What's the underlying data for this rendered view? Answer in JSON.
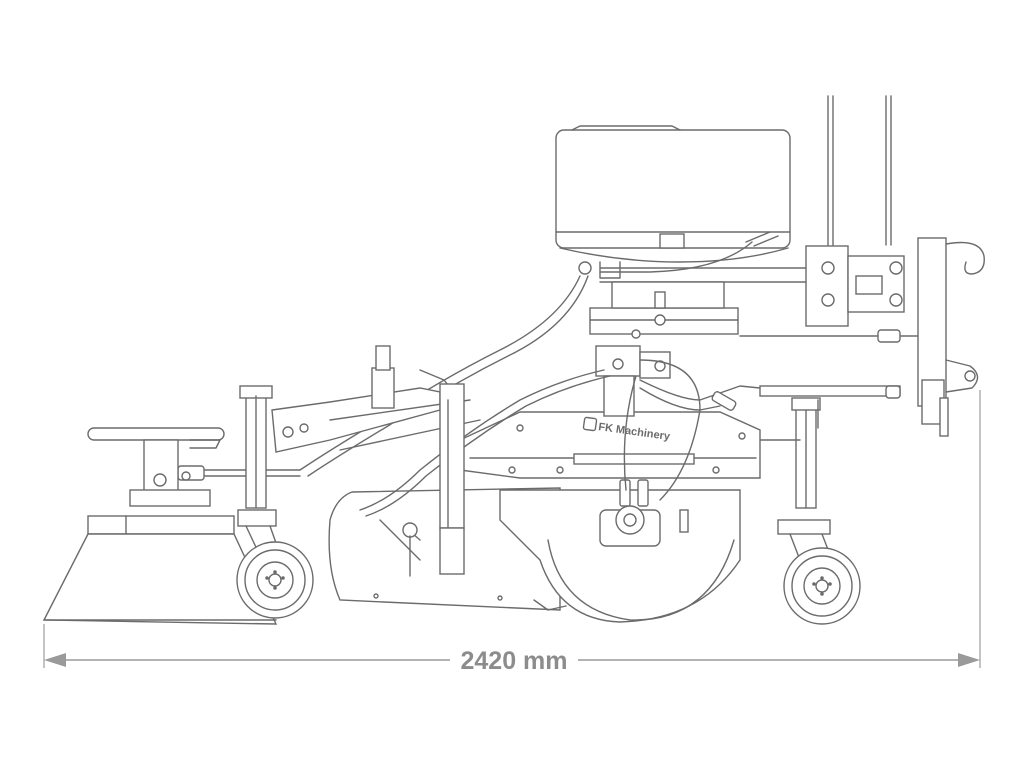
{
  "diagram": {
    "subject": "side view of tractor-mounted sweeper with brush, water tank, castor wheels and hitch",
    "brand_label": "FK Machinery",
    "dimension": {
      "label": "2420 mm",
      "value": 2420,
      "unit": "mm"
    },
    "colors": {
      "line": "#6b6b6b",
      "dimension": "#9a9a9a",
      "background": "#ffffff"
    }
  }
}
